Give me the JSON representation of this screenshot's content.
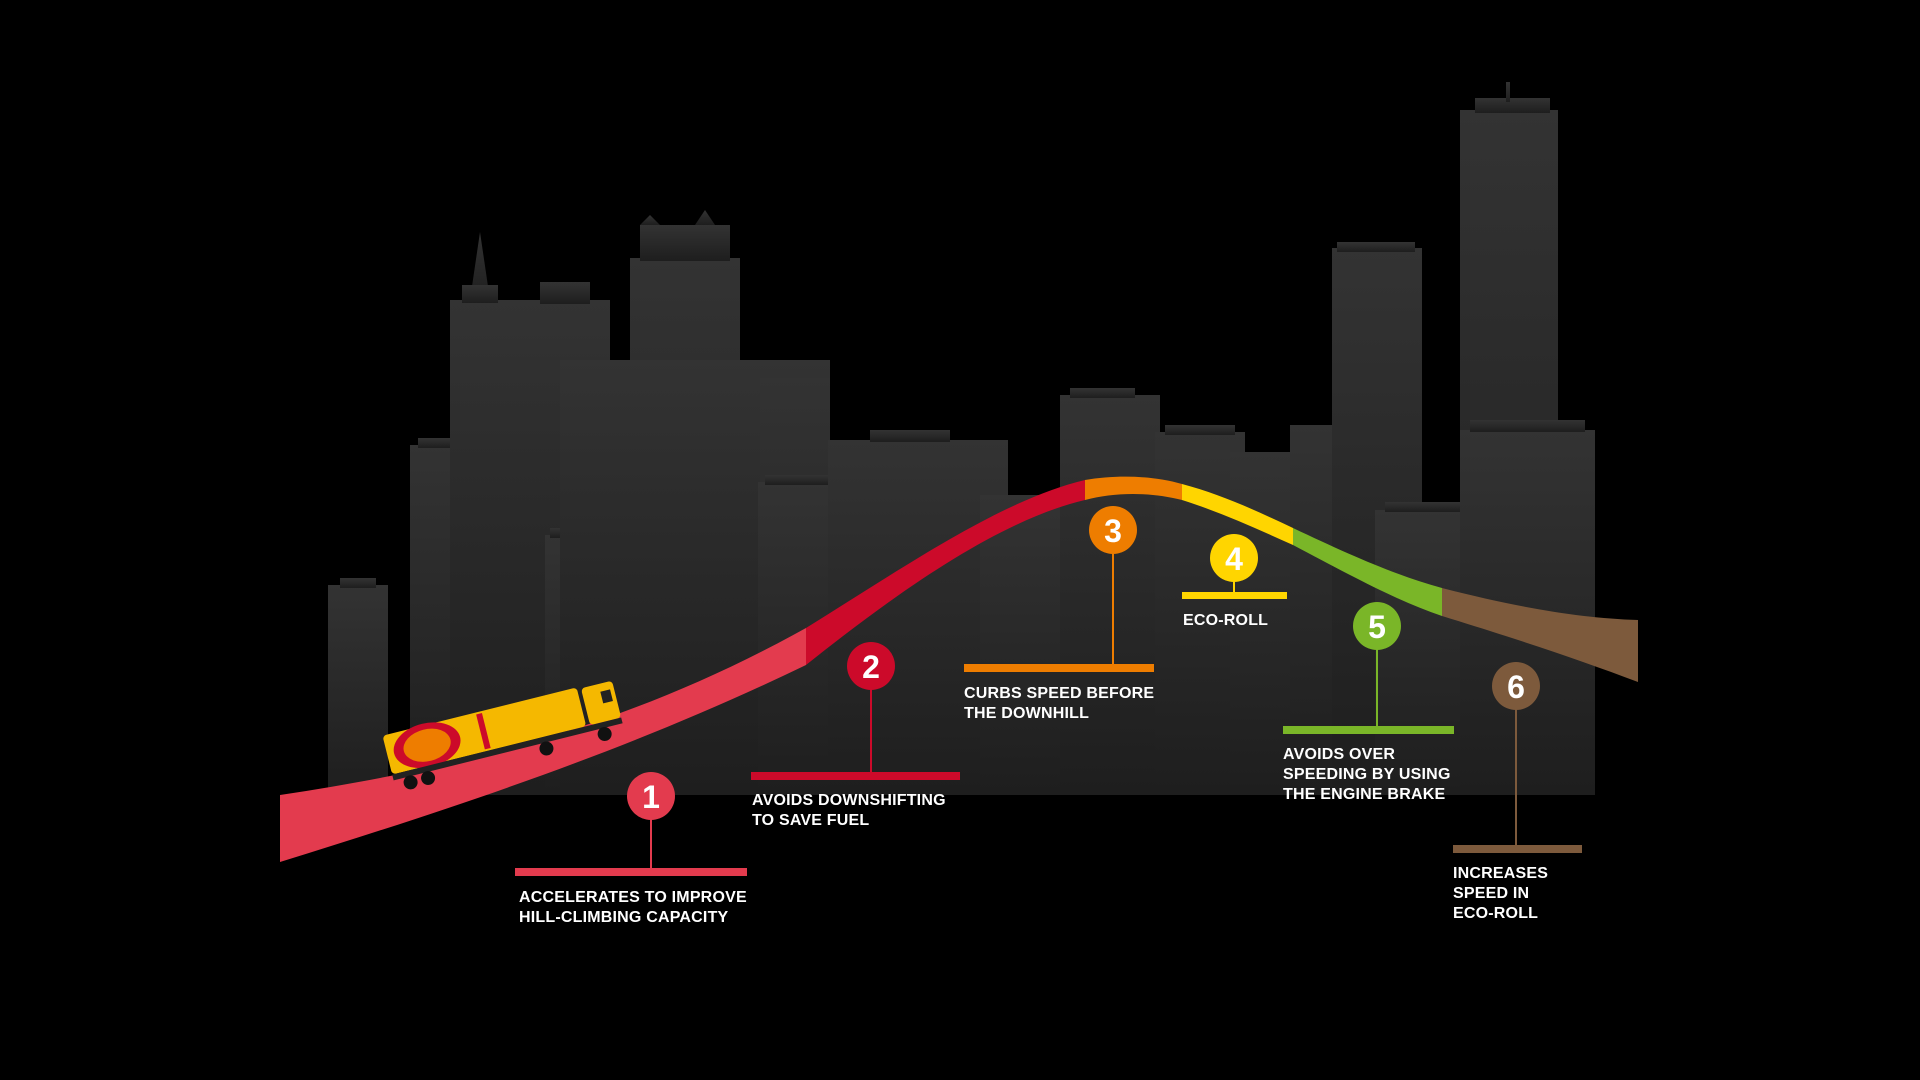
{
  "colors": {
    "background": "#000000",
    "skyline": "#3a3a3a",
    "truck_body": "#f5b800",
    "step1": "#e33b4e",
    "step2": "#cc0a2a",
    "step3": "#ee7d00",
    "step4": "#ffd500",
    "step5": "#7ab628",
    "step6": "#7d5a3c"
  },
  "steps": [
    {
      "number": "1",
      "line1": "ACCELERATES TO IMPROVE",
      "line2": "HILL-CLIMBING CAPACITY",
      "line3": ""
    },
    {
      "number": "2",
      "line1": "AVOIDS DOWNSHIFTING",
      "line2": "TO SAVE FUEL",
      "line3": ""
    },
    {
      "number": "3",
      "line1": "CURBS SPEED BEFORE",
      "line2": "THE DOWNHILL",
      "line3": ""
    },
    {
      "number": "4",
      "line1": "ECO-ROLL",
      "line2": "",
      "line3": ""
    },
    {
      "number": "5",
      "line1": "AVOIDS OVER",
      "line2": "SPEEDING BY USING",
      "line3": "THE ENGINE BRAKE"
    },
    {
      "number": "6",
      "line1": "INCREASES",
      "line2": "SPEED IN",
      "line3": "ECO-ROLL"
    }
  ],
  "icons": {
    "truck": "truck-icon",
    "skyline": "city-skyline-icon"
  }
}
